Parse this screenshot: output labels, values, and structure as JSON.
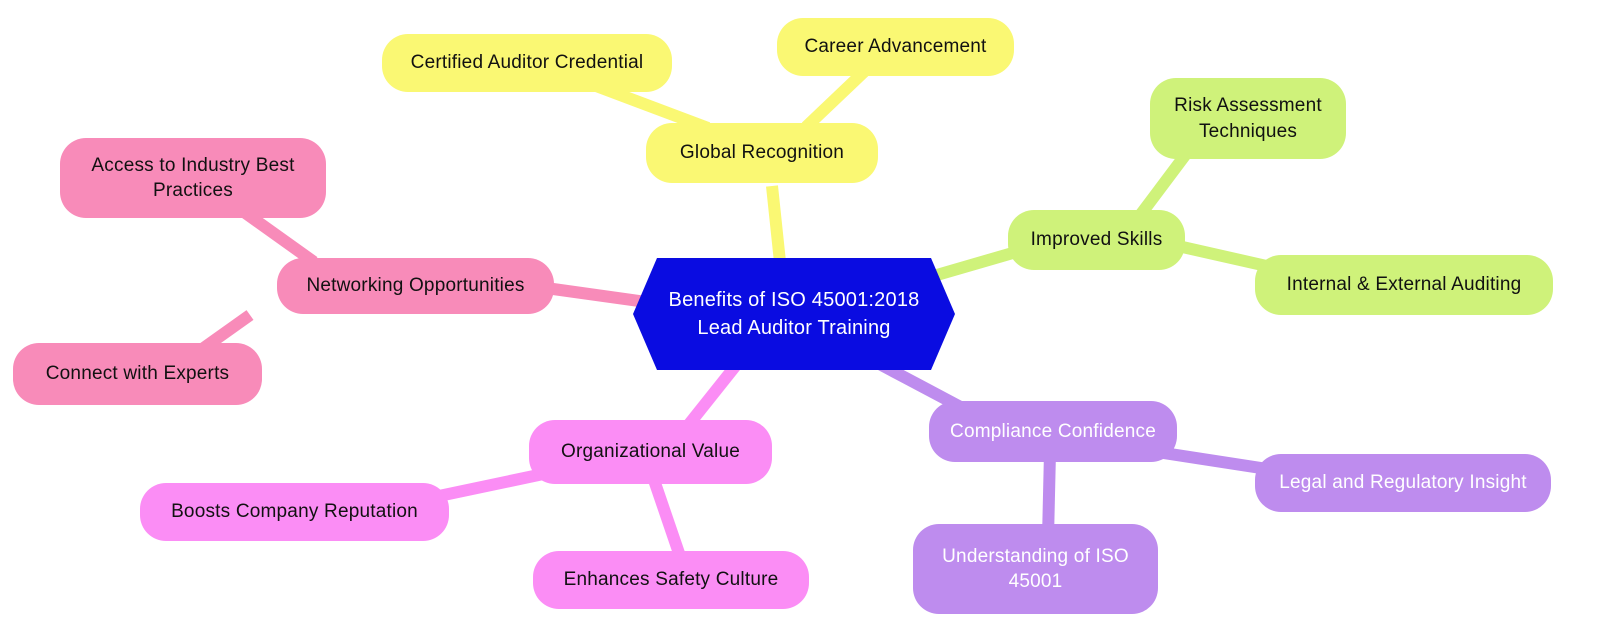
{
  "colors": {
    "blue": "#0a0ce1",
    "yellow": "#faf873",
    "green": "#cff27a",
    "pink": "#f88bb9",
    "orchid": "#fb8df5",
    "purple": "#be8cee",
    "ink": "#111111",
    "light": "#ffffff"
  },
  "mindmap": {
    "root": {
      "label": "Benefits of ISO 45001:2018 Lead Auditor Training",
      "shape": "hexagon"
    },
    "branches": [
      {
        "label": "Global Recognition",
        "color": "#faf873",
        "children": [
          {
            "label": "Certified Auditor Credential"
          },
          {
            "label": "Career Advancement"
          }
        ]
      },
      {
        "label": "Improved Skills",
        "color": "#cff27a",
        "children": [
          {
            "label": "Risk Assessment Techniques"
          },
          {
            "label": "Internal & External Auditing"
          }
        ]
      },
      {
        "label": "Networking Opportunities",
        "color": "#f88bb9",
        "children": [
          {
            "label": "Access to Industry Best Practices"
          },
          {
            "label": "Connect with Experts"
          }
        ]
      },
      {
        "label": "Organizational Value",
        "color": "#fb8df5",
        "children": [
          {
            "label": "Boosts Company Reputation"
          },
          {
            "label": "Enhances Safety Culture"
          }
        ]
      },
      {
        "label": "Compliance Confidence",
        "color": "#be8cee",
        "children": [
          {
            "label": "Legal and Regulatory Insight"
          },
          {
            "label": "Understanding of ISO 45001"
          }
        ]
      }
    ]
  }
}
